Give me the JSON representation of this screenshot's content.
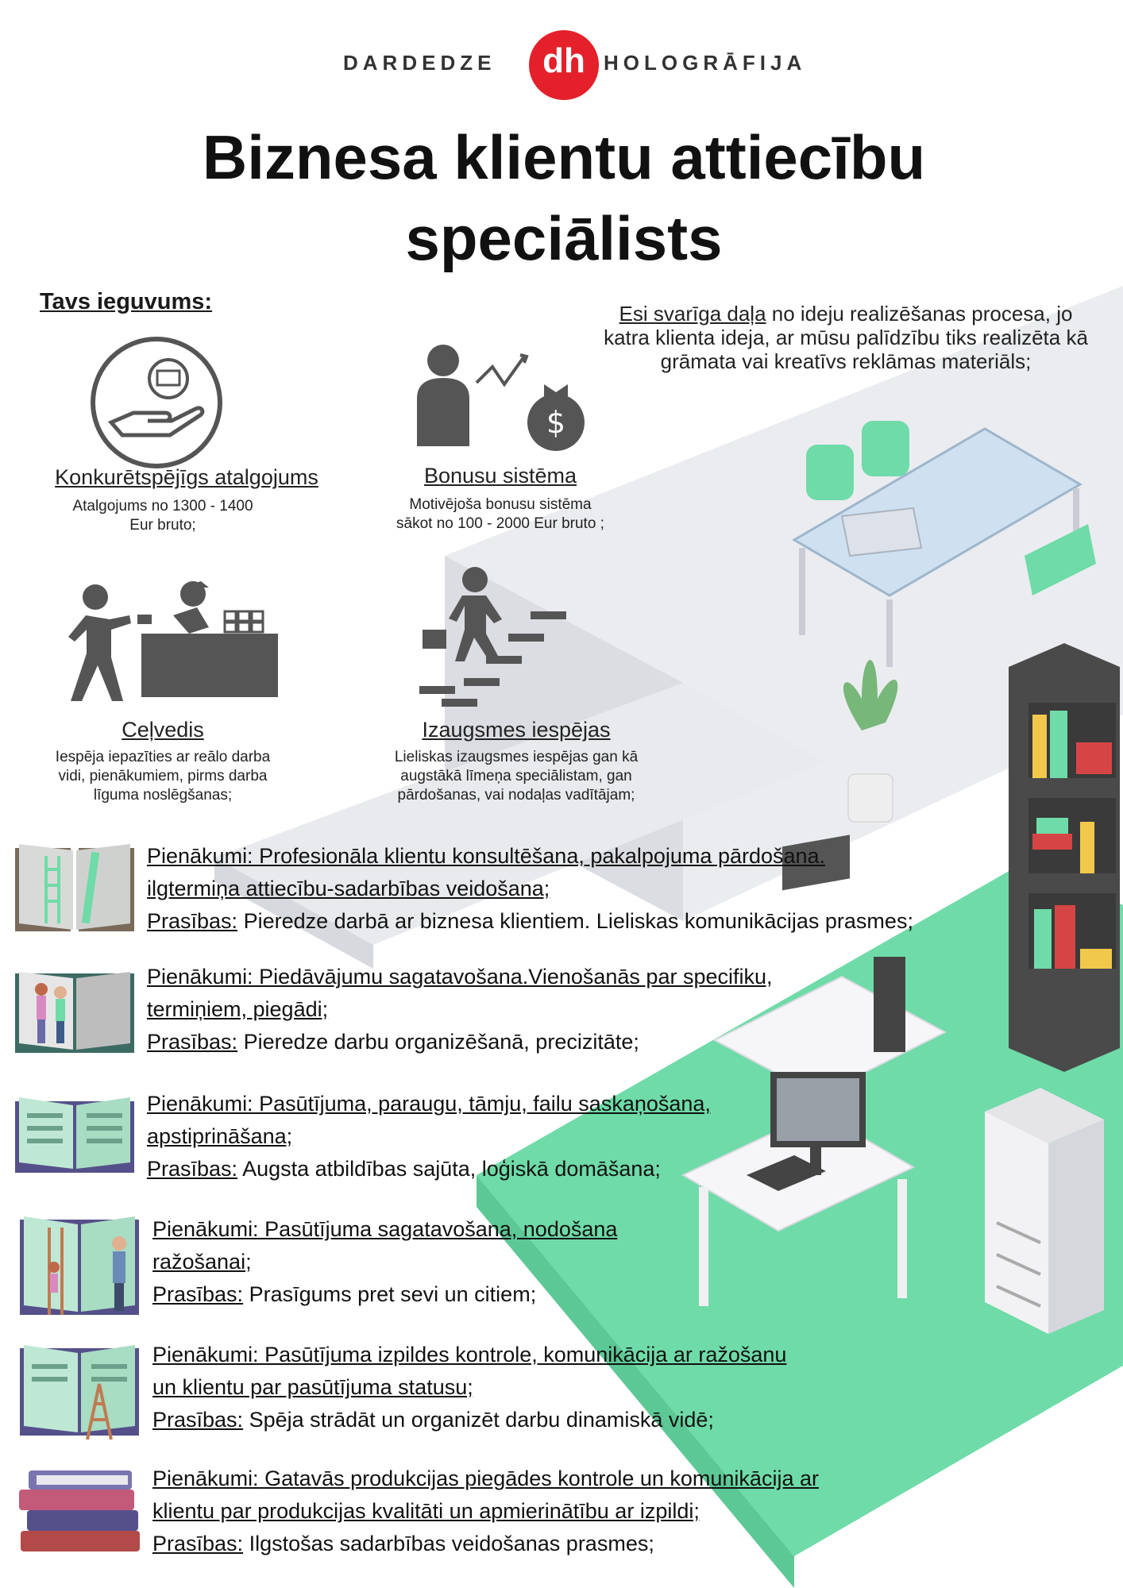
{
  "brand": {
    "left": "DARDEDZE",
    "logo": "dh",
    "right": "HOLOGRĀFIJA",
    "accent": "#e4202a"
  },
  "title": {
    "line1": "Biznesa klientu attiecību",
    "line2": "speciālists"
  },
  "benefits_heading": "Tavs ieguvums:",
  "intro": {
    "underlined": "Esi svarīga daļa",
    "rest": " no ideju realizēšanas procesa, jo katra klienta ideja, ar mūsu palīdzību tiks realizēta kā grāmata vai kreatīvs reklāmas materiāls;"
  },
  "benefits": [
    {
      "icon": "hand-money-icon",
      "title": "Konkurētspējīgs atalgojums",
      "desc1": "Atalgojums no 1300 - 1400",
      "desc2": "Eur bruto;"
    },
    {
      "icon": "businessman-money-bag-icon",
      "title": "Bonusu sistēma",
      "desc1": "Motivējoša bonusu sistēma",
      "desc2": "sākot no 100 - 2000 Eur bruto ;"
    },
    {
      "icon": "handshake-desk-icon",
      "title": "Ceļvedis",
      "desc1": "Iespēja iepazīties ar reālo darba",
      "desc2": "vidi, pienākumiem, pirms darba",
      "desc3": "līguma noslēgšanas;"
    },
    {
      "icon": "stairs-climber-icon",
      "title": "Izaugsmes iespējas",
      "desc1": "Lieliskas izaugsmes iespējas gan kā",
      "desc2": "augstākā līmeņa speciālistam, gan",
      "desc3": "pārdošanas, vai nodaļas vadītājam;"
    }
  ],
  "duties": [
    {
      "label": "Pienākumi:",
      "l1": " Profesionāla klientu konsultēšana, pakalpojuma pārdošana.",
      "l2": "ilgtermiņa attiecību-sadarbības veidošana;",
      "req_label": "Prasības:",
      "req": " Pieredze darbā ar biznesa klientiem. Lieliskas komunikācijas prasmes;"
    },
    {
      "label": "Pienākumi:",
      "l1": " Piedāvājumu sagatavošana.Vienošanās par specifiku,",
      "l2": "termiņiem, piegādi;",
      "req_label": "Prasības:",
      "req": " Pieredze darbu organizēšanā, precizitāte;"
    },
    {
      "label": "Pienākumi:",
      "l1": " Pasūtījuma, paraugu, tāmju, failu saskaņošana,",
      "l2": "apstiprināšana;",
      "req_label": "Prasības:",
      "req": " Augsta atbildības sajūta, loģiskā domāšana;"
    },
    {
      "label": "Pienākumi:",
      "l1": " Pasūtījuma sagatavošana, nodošana",
      "l2": "ražošanai;",
      "req_label": "Prasības:",
      "req": " Prasīgums pret sevi un citiem;"
    },
    {
      "label": "Pienākumi:",
      "l1": " Pasūtījuma izpildes kontrole, komunikācija ar ražošanu",
      "l2": "un klientu par pasūtījuma  statusu;",
      "req_label": "Prasības:",
      "req": " Spēja strādāt un organizēt darbu dinamiskā vidē;"
    },
    {
      "label": "Pienākumi:",
      "l1": " Gatavās produkcijas piegādes kontrole un  komunikācija ar",
      "l2": "klientu par produkcijas kvalitāti un apmierinātību ar izpildi;",
      "req_label": "Prasības:",
      "req": "  Ilgstošas sadarbības veidošanas prasmes;"
    }
  ],
  "colors": {
    "floor_green": "#6fdba8",
    "gray_platform": "#e4e5ea",
    "icon_gray": "#555555"
  }
}
